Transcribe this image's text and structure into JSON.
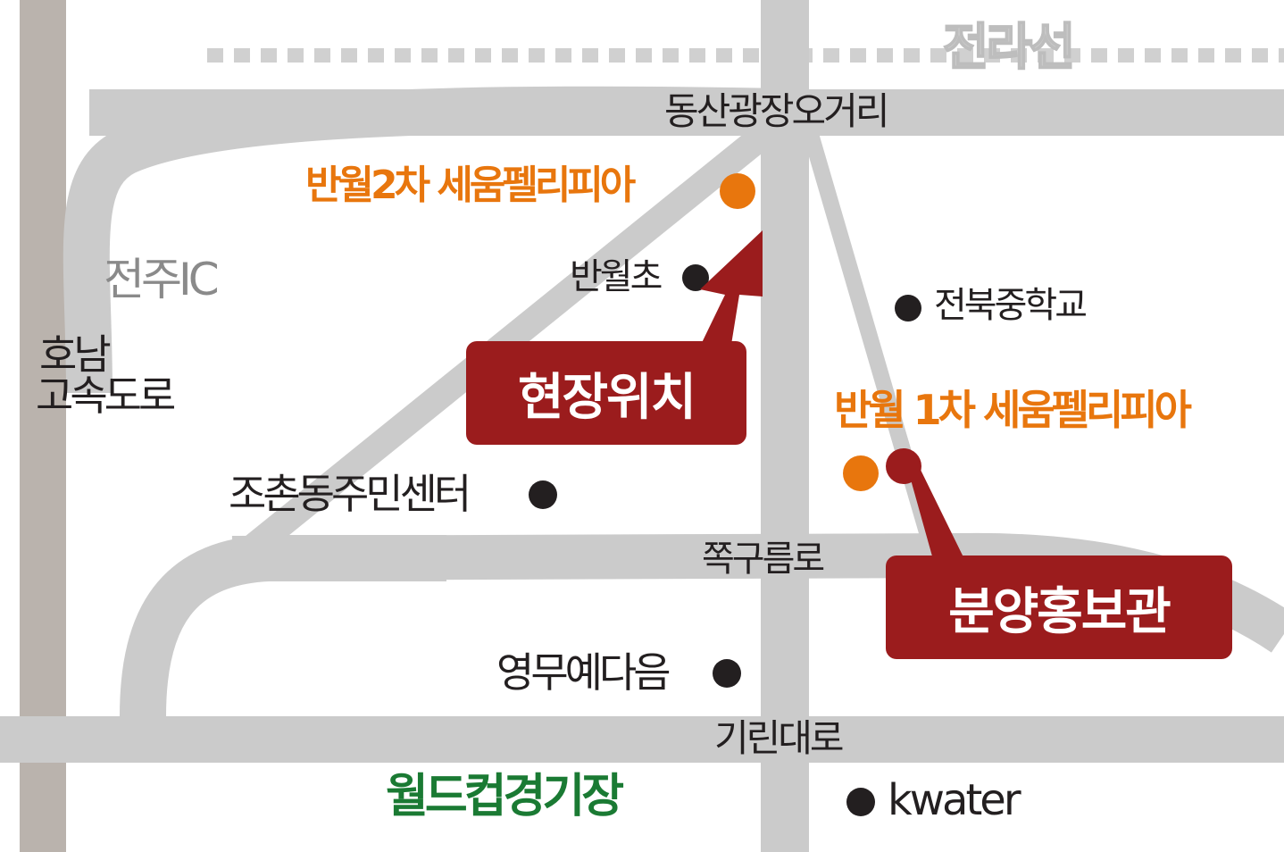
{
  "railway": {
    "label": "전라선"
  },
  "roads": {
    "north": "동산광장오거리",
    "middle": "쪽구름로",
    "south": "기린대로"
  },
  "highway": {
    "label_line1": "호남",
    "label_line2": "고속도로"
  },
  "interchange": "전주IC",
  "landmarks": {
    "banwol_elementary": "반월초",
    "jeonbuk_middle": "전북중학교",
    "jochon_center": "조촌동주민센터",
    "yeongmu": "영무예다음",
    "kwater": "kwater",
    "worldcup_stadium": "월드컵경기장"
  },
  "apartments": {
    "phase2": "반월2차 세움펠리피아",
    "phase1": "반월 1차 세움펠리피아"
  },
  "callouts": {
    "site": "현장위치",
    "model_house": "분양홍보관"
  },
  "colors": {
    "road": "#cbcbcb",
    "highway": "#bab3ad",
    "railway_dash": "#d0d0d0",
    "callout": "#9b1c1d",
    "orange": "#e8760d",
    "green": "#1a7a33",
    "dot": "#231f20"
  }
}
